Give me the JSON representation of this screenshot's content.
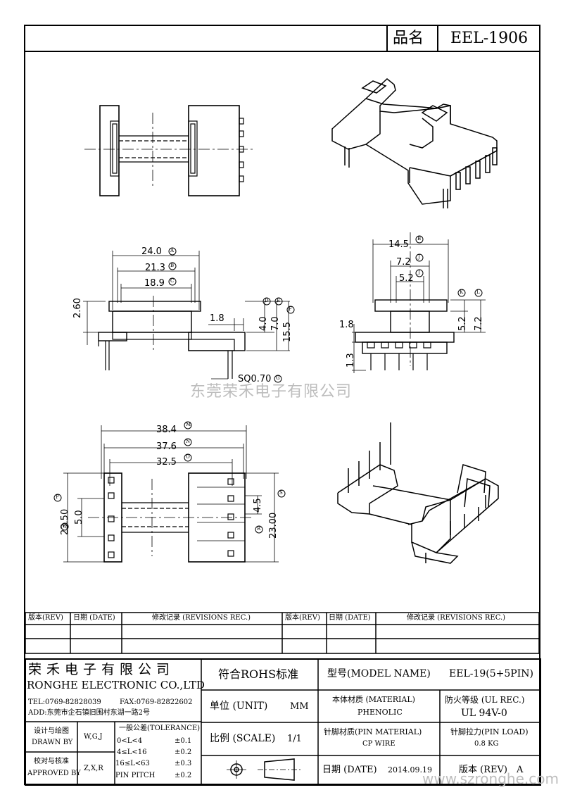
{
  "title_block": {
    "part_label": "品名",
    "part_name": "EEL-1906"
  },
  "watermark": {
    "center": "东莞荣禾电子有限公司",
    "corner": "www.szronghe.com"
  },
  "dims": {
    "side": {
      "a": "24.0",
      "b": "21.3",
      "c": "18.9",
      "h1": "2.60",
      "w1": "1.8",
      "d": "4.0",
      "e": "7.0",
      "f": "15.5",
      "pin": "SQ0.70"
    },
    "end": {
      "b": "14.5",
      "j1": "7.2",
      "j2": "5.2",
      "k": "5.2",
      "l": "7.2",
      "h": "1.8",
      "v": "1.3"
    },
    "bottom": {
      "m": "38.4",
      "n": "37.6",
      "o": "32.5",
      "p": "23.50",
      "q": "5.0",
      "r": "4.5",
      "s": "23.00"
    },
    "markers": {
      "A": "A",
      "B": "B",
      "C": "C",
      "D": "D",
      "E": "E",
      "F": "F",
      "G": "G",
      "J": "J",
      "K": "K",
      "L": "L",
      "M": "M",
      "N": "N",
      "O": "O",
      "P": "P",
      "Q": "Q",
      "R": "R",
      "S": "S"
    }
  },
  "revisions": {
    "headers": [
      "版本(REV)",
      "日期 (DATE)",
      "修改记录 (REVISIONS REC.)",
      "版本(REV)",
      "日期 (DATE)",
      "修改记录 (REVISIONS REC.)"
    ]
  },
  "company": {
    "cn": "荣禾电子有限公司",
    "en": "RONGHE ELECTRONIC CO.,LTD",
    "tel": "TEL:0769-82828039",
    "fax": "FAX:0769-82822602",
    "addr": "ADD:东莞市企石镇旧围村东湖一路2号"
  },
  "info": {
    "rohs": "符合ROHS标准",
    "model_label": "型号(MODEL NAME)",
    "model_value": "EEL-19(5+5PIN)",
    "unit_label": "单位 (UNIT)",
    "unit_value": "MM",
    "material_label": "本体材质 (MATERIAL)",
    "material_value": "PHENOLIC",
    "fire_label": "防火等级 (UL REC.)",
    "fire_value": "UL 94V-0",
    "scale_label": "比例 (SCALE)",
    "scale_value": "1/1",
    "pin_material_label": "针脚材质(PIN MATERIAL)",
    "pin_material_value": "CP WIRE",
    "pin_load_label": "针脚拉力(PIN LOAD)",
    "pin_load_value": "0.8 KG",
    "date_label": "日期 (DATE)",
    "date_value": "2014.09.19",
    "rev_label": "版本 (REV)",
    "rev_value": "A",
    "designer_label1": "设计与绘图",
    "designer_label2": "DRAWN BY",
    "designer_value": "W,G,J",
    "approver_label1": "校对与核准",
    "approver_label2": "APPROVED BY",
    "approver_value": "Z,X,R",
    "tol_title": "一般公差(TOLERANCE)",
    "tol_rows": [
      {
        "range": "0<L<4",
        "val": "±0.1"
      },
      {
        "range": "4≤L<16",
        "val": "±0.2"
      },
      {
        "range": "16≤L<63",
        "val": "±0.3"
      },
      {
        "range": "PIN PITCH",
        "val": "±0.2"
      }
    ]
  }
}
